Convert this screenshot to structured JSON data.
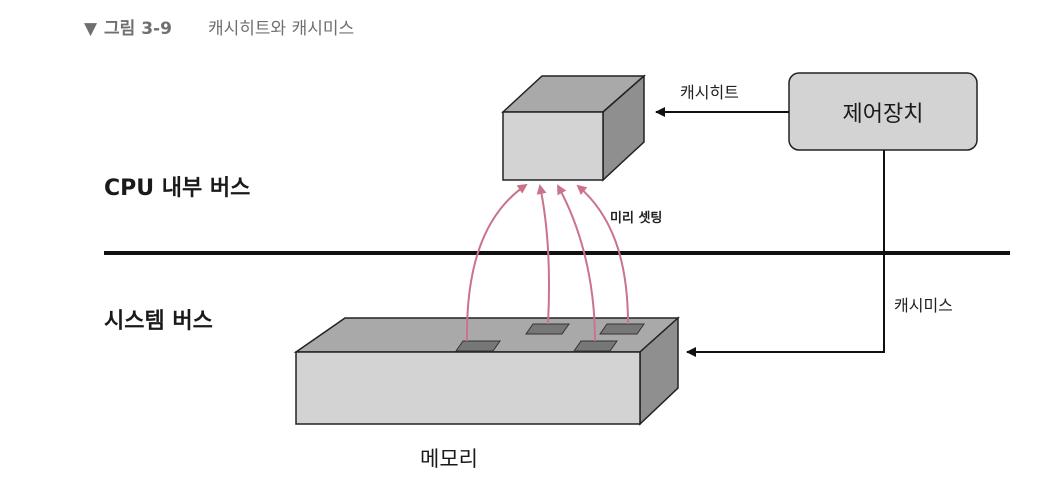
{
  "caption": {
    "marker": "▼",
    "prefix": "그림 3-9",
    "title": "캐시히트와 캐시미스"
  },
  "buses": {
    "cpu_internal": "CPU 내부 버스",
    "system": "시스템 버스"
  },
  "components": {
    "control_unit": "제어장치",
    "memory": "메모리"
  },
  "arrows": {
    "cache_hit": "캐시히트",
    "cache_miss": "캐시미스",
    "prefetch": "미리 셋팅"
  },
  "colors": {
    "box_fill": "#d3d3d3",
    "box_side": "#8f8f8f",
    "box_top": "#a9a9a9",
    "prefetch_arrow": "#c9748a",
    "line": "#111111"
  }
}
